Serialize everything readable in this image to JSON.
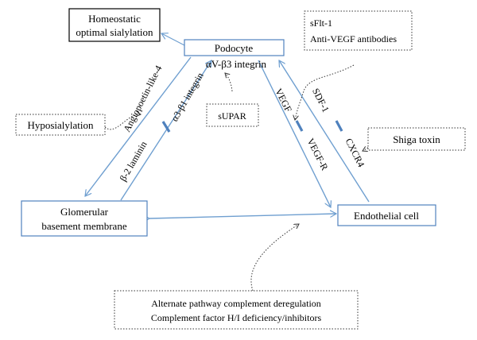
{
  "nodes": {
    "podocyte": "Podocyte",
    "gbm_line1": "Glomerular",
    "gbm_line2": "basement membrane",
    "endothelial": "Endothelial cell",
    "sialylation_line1": "Homeostatic",
    "sialylation_line2": "optimal sialylation"
  },
  "annotations": {
    "hyposialylation": "Hyposialylation",
    "supar": "sUPAR",
    "sflt1_line1": "sFlt-1",
    "sflt1_line2": "Anti-VEGF antibodies",
    "shiga": "Shiga toxin",
    "complement_line1": "Alternate pathway complement deregulation",
    "complement_line2": "Complement factor H/I deficiency/inhibitors"
  },
  "edge_labels": {
    "av_b3": "αV-β3 integrin",
    "angptl4": "Angiopoetin-like-4",
    "a3_b1": "α3-β1 integrin",
    "b2_laminin": "β-2 laminin",
    "vegf": "VEGF",
    "vegf_r": "VEGF-R",
    "sdf1": "SDF-1",
    "cxcr4": "CXCR4"
  },
  "colors": {
    "line": "#6f9fd0",
    "box_border": "#4f81bd",
    "double_arrow": "#4f81bd"
  }
}
